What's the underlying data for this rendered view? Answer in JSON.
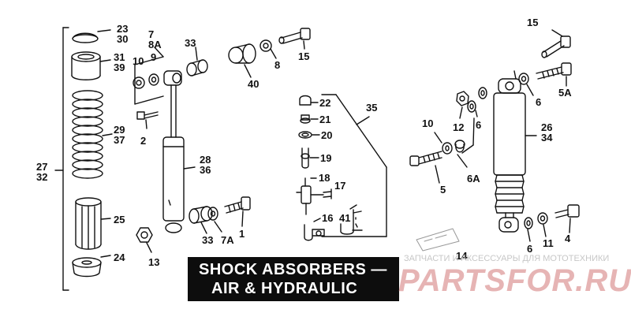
{
  "title": {
    "line1": "SHOCK ABSORBERS —",
    "line2": "AIR & HYDRAULIC"
  },
  "watermark": {
    "tagline": "ЗАПЧАСТИ И АКСЕССУАРЫ ДЛЯ МОТОТЕХНИКИ",
    "logo": "PARTSFOR.RU"
  },
  "callouts": {
    "n23_30": "23\n30",
    "n7_8a": "7\n8A",
    "n33_top": "33",
    "n10_top": "10",
    "n9": "9",
    "n31_39": "31\n39",
    "n15_top": "15",
    "n8": "8",
    "n40": "40",
    "n15_right": "15",
    "n5a": "5A",
    "n22": "22",
    "n21": "21",
    "n20": "20",
    "n19": "19",
    "n35": "35",
    "n2": "2",
    "n29_37": "29\n37",
    "n28_36": "28\n36",
    "n27_32": "27\n32",
    "n18": "18",
    "n17": "17",
    "n16": "16",
    "n41": "41",
    "n25": "25",
    "n24": "24",
    "n13": "13",
    "n33_bot": "33",
    "n7a": "7A",
    "n1": "1",
    "n14": "14",
    "n12": "12",
    "n6_a": "6",
    "n6_b": "6",
    "n10_right": "10",
    "n26_34": "26\n34",
    "n6a": "6A",
    "n5": "5",
    "n6_c": "6",
    "n11": "11",
    "n4": "4"
  },
  "colors": {
    "ink": "#111111",
    "title_bg": "#0d0d0d",
    "title_fg": "#ffffff",
    "watermark_logo": "#e2a8a8",
    "watermark_text": "#c7c7c7"
  }
}
